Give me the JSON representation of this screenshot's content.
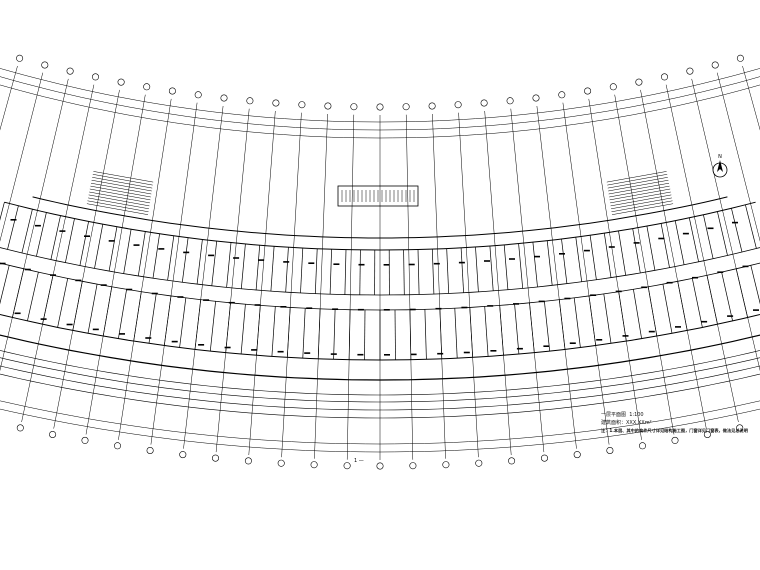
{
  "drawing": {
    "title": "一层平面图",
    "scale": "1:100",
    "area_line": "建筑面积：XXX.XXm²",
    "note_line": "注：1.本层、其中的构件尺寸详见结构施工图，门窗详见门窗表，做法见总说明",
    "section_mark": "1 —",
    "north_arrow_label": "N",
    "colors": {
      "line": "#000000",
      "background": "#ffffff"
    }
  }
}
